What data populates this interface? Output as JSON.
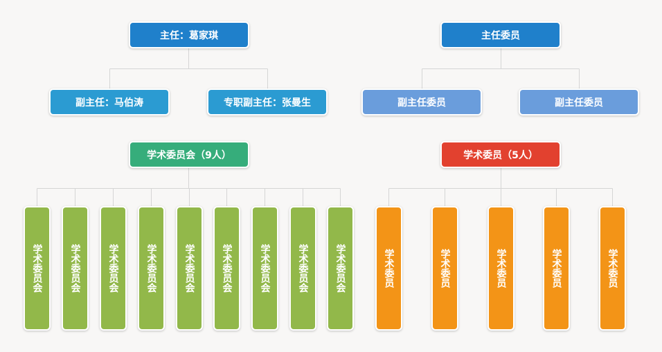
{
  "left": {
    "director": "主任：葛家琪",
    "deputy1": "副主任：马伯涛",
    "deputy2": "专职副主任：张曼生",
    "committee": "学术委员会（9人）",
    "members": [
      "学术委员会",
      "学术委员会",
      "学术委员会",
      "学术委员会",
      "学术委员会",
      "学术委员会",
      "学术委员会",
      "学术委员会",
      "学术委员会"
    ]
  },
  "right": {
    "director": "主任委员",
    "deputy1": "副主任委员",
    "deputy2": "副主任委员",
    "committee": "学术委员（5人）",
    "members": [
      "学术委员",
      "学术委员",
      "学术委员",
      "学术委员",
      "学术委员"
    ]
  },
  "colors": {
    "director": "#1f80cb",
    "left_deputy": "#2b9bd2",
    "right_deputy": "#6a9ddc",
    "left_committee": "#36ad7b",
    "right_committee": "#e2412f",
    "left_member": "#92b84a",
    "right_member": "#f39417",
    "connector": "#d5d5d5"
  }
}
